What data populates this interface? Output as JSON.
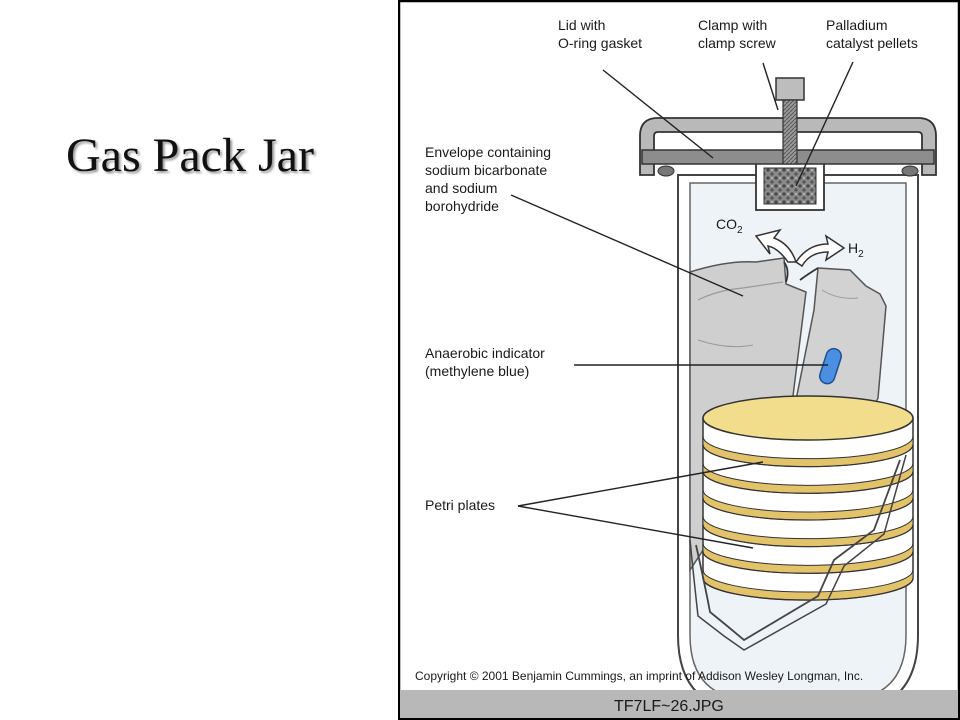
{
  "slide": {
    "title": "Gas Pack Jar"
  },
  "figure": {
    "labels": {
      "lid": [
        "Lid with",
        "O-ring gasket"
      ],
      "clamp": [
        "Clamp with",
        "clamp screw"
      ],
      "catalyst": [
        "Palladium",
        "catalyst pellets"
      ],
      "envelope": [
        "Envelope containing",
        "sodium bicarbonate",
        "and sodium",
        "borohydride"
      ],
      "co2": {
        "base": "CO",
        "sub": "2"
      },
      "h2": {
        "base": "H",
        "sub": "2"
      },
      "indicator": [
        "Anaerobic indicator",
        "(methylene blue)"
      ],
      "plates": "Petri plates"
    },
    "copyright": "Copyright © 2001 Benjamin Cummings, an imprint of Addison Wesley Longman, Inc.",
    "filename": "TF7LF~26.JPG"
  },
  "colors": {
    "plate_yellow": "#f2dd8c",
    "plate_side": "#e3c36a",
    "indicator_blue": "#4a8fe0",
    "jar_tint": "#dfe8f2",
    "lid_gray": "#b9b9b9",
    "envelope_gray": "#cfcfcf",
    "footer_gray": "#b8b8b8"
  }
}
